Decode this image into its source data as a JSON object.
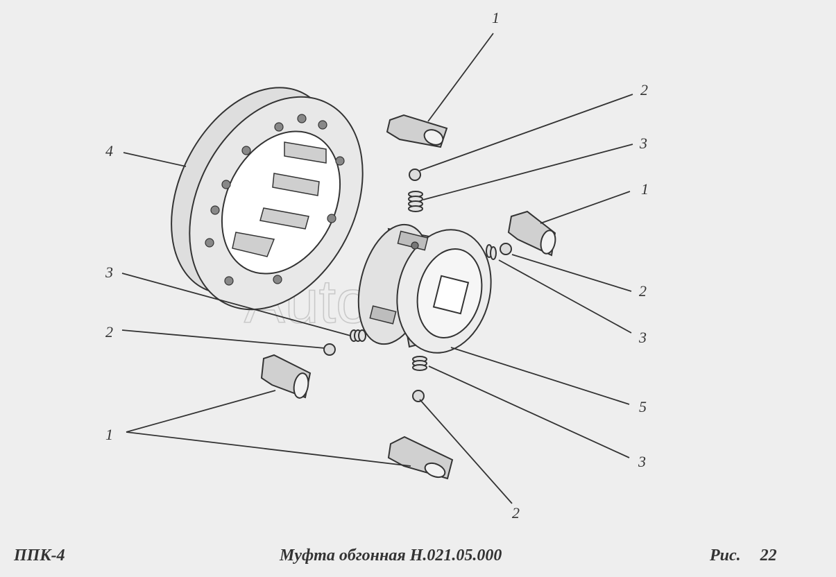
{
  "watermark": "AutoSoft",
  "callouts": {
    "c1_top": "1",
    "c2_top": "2",
    "c3_top": "3",
    "c1_right": "1",
    "c4": "4",
    "c3_left": "3",
    "c2_right": "2",
    "c3_right": "3",
    "c2_left": "2",
    "c5": "5",
    "c1_bottom": "1",
    "c3_bottom": "3",
    "c2_bottom": "2"
  },
  "footer": {
    "code": "ППК-4",
    "title": "Муфта обгонная Н.021.05.000",
    "fig_label": "Рис.",
    "fig_number": "22"
  }
}
